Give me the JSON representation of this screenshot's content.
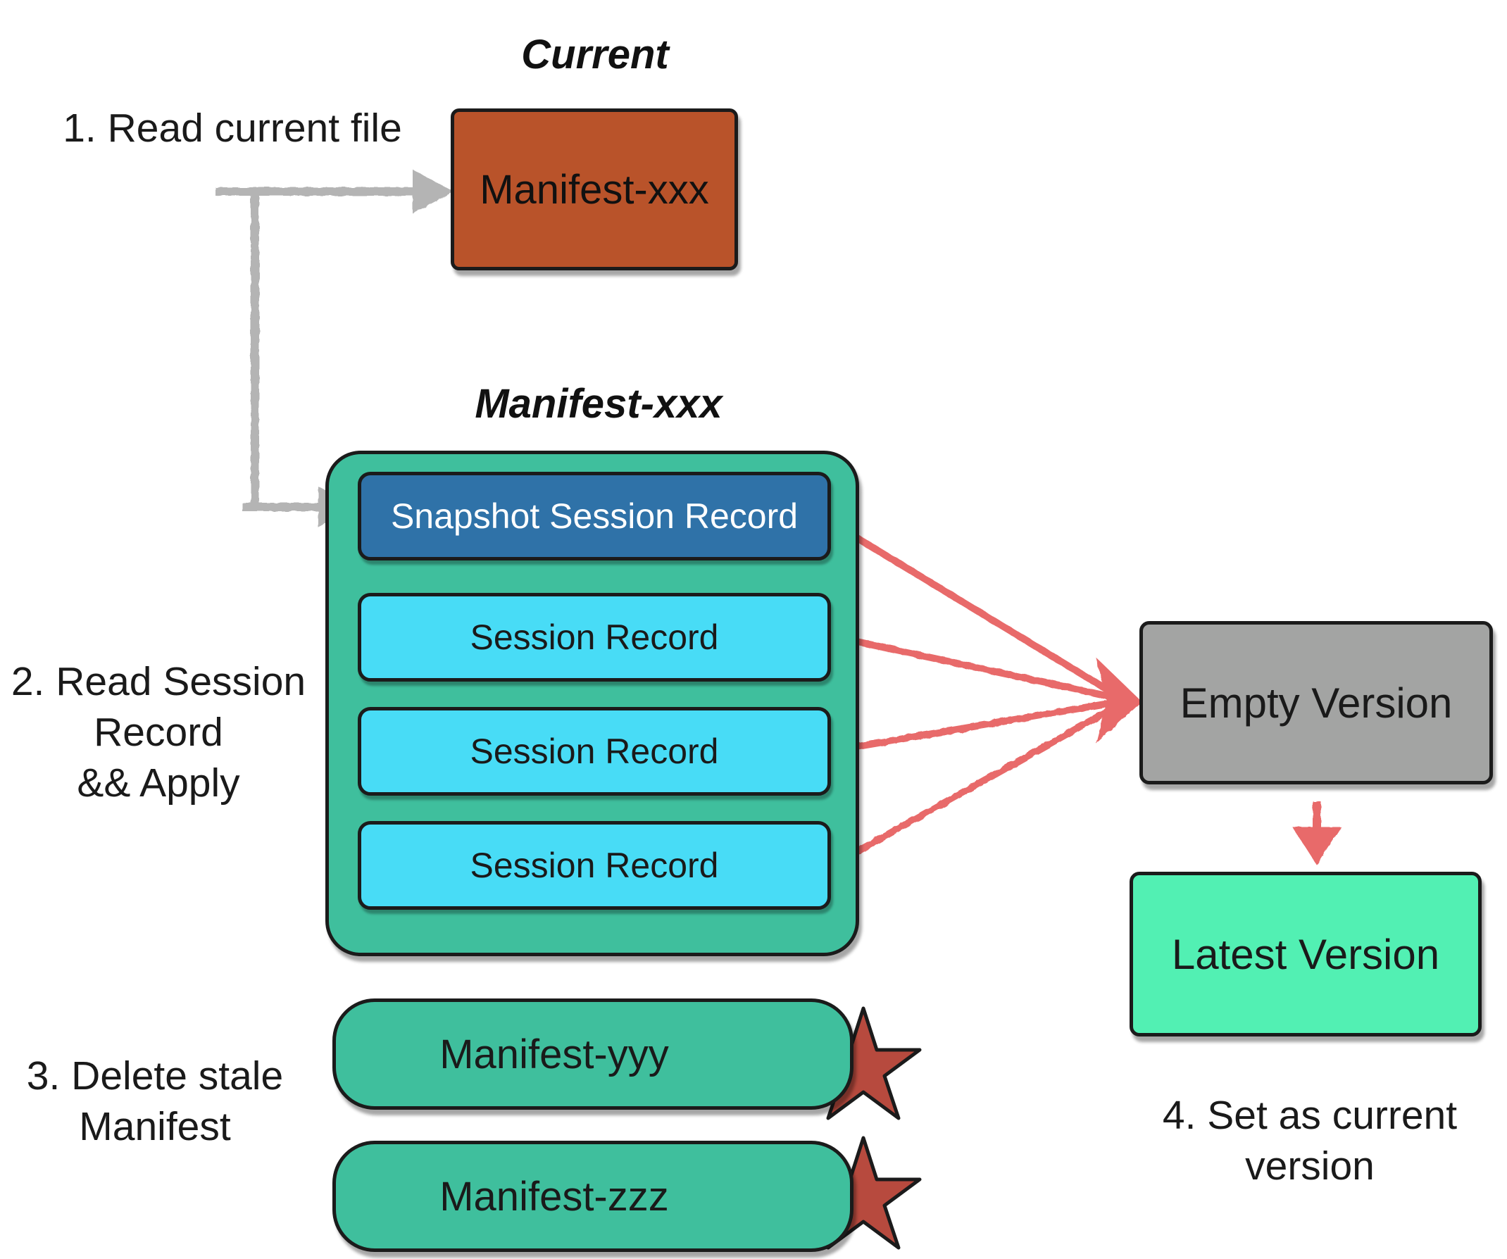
{
  "titles": {
    "current": "Current",
    "manifest": "Manifest-xxx"
  },
  "steps": {
    "read_current": "1. Read current file",
    "read_session": "2. Read Session\nRecord\n&& Apply",
    "delete_stale": "3. Delete stale\nManifest",
    "set_current": "4. Set as current\nversion"
  },
  "current_manifest": {
    "label": "Manifest-xxx"
  },
  "records": {
    "snapshot": "Snapshot Session Record",
    "session_1": "Session Record",
    "session_2": "Session Record",
    "session_3": "Session Record"
  },
  "stale_manifests": {
    "yyy": "Manifest-yyy",
    "zzz": "Manifest-zzz"
  },
  "versions": {
    "empty": "Empty Version",
    "latest": "Latest Version"
  },
  "colors": {
    "current_manifest": "#b9532a",
    "container": "#3fbf9d",
    "snapshot_record": "#2f72a8",
    "session_record": "#48dcf6",
    "empty_version": "#a3a4a3",
    "latest_version": "#52f0b3",
    "grey_arrow": "#b4b4b4",
    "red_arrow": "#e86a6a",
    "star": "#b74a3e"
  }
}
